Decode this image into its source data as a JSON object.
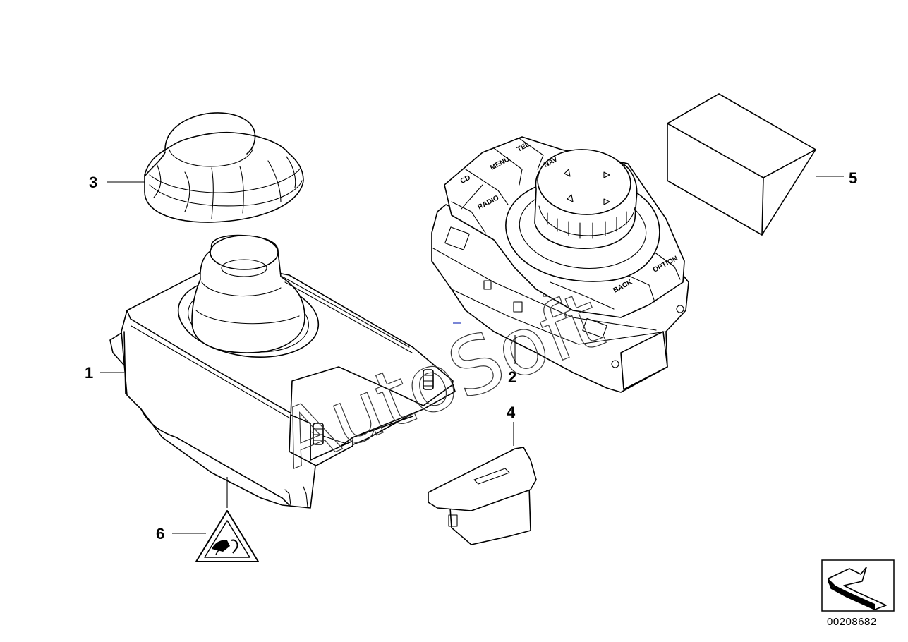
{
  "callouts": {
    "part_1": "1",
    "part_2": "2",
    "part_3": "3",
    "part_4": "4",
    "part_5": "5",
    "part_6": "6"
  },
  "controller_buttons": {
    "cd": "CD",
    "menu": "MENU",
    "tel": "TEL",
    "radio": "RADIO",
    "nav": "NAV",
    "back": "BACK",
    "option": "OPTION"
  },
  "watermark": "AutoSoft",
  "diagram_code": "00208682",
  "icons": {
    "warning": "esd-warning-triangle-icon",
    "direction": "direction-arrow-icon"
  }
}
